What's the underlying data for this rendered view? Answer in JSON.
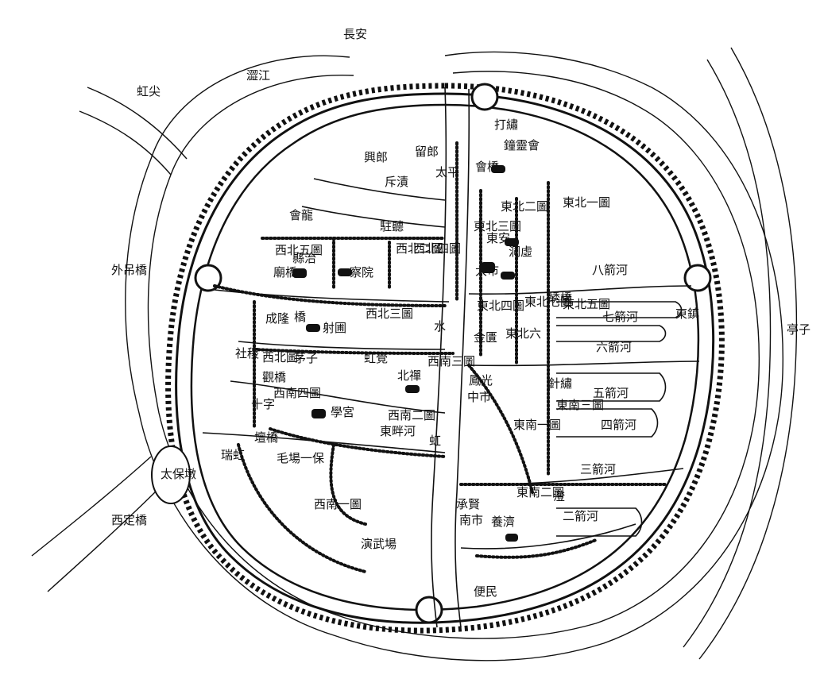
{
  "map": {
    "gates": [
      {
        "id": "dashu",
        "label": "打繡"
      },
      {
        "id": "bianmin",
        "label": "便民"
      },
      {
        "id": "ruihong",
        "label": "瑞虹"
      },
      {
        "id": "dongying",
        "label": "東鎮"
      }
    ],
    "outer_places": [
      {
        "id": "changan",
        "label": "長安"
      },
      {
        "id": "hongjian",
        "label": "虹尖"
      },
      {
        "id": "waidiao",
        "label": "外吊橋"
      },
      {
        "id": "taibaodun",
        "label": "太保墩"
      },
      {
        "id": "xianding",
        "label": "西定橋"
      },
      {
        "id": "dingzi",
        "label": "亭子"
      },
      {
        "id": "jiangzhi",
        "label": "澀江"
      }
    ],
    "rivers": [
      {
        "id": "bajian",
        "label": "八箭河"
      },
      {
        "id": "qijian",
        "label": "七箭河"
      },
      {
        "id": "liujian",
        "label": "六箭河"
      },
      {
        "id": "wujian",
        "label": "五箭河"
      },
      {
        "id": "sijian",
        "label": "四箭河"
      },
      {
        "id": "sanjian",
        "label": "三箭河"
      },
      {
        "id": "erjian",
        "label": "二箭河"
      },
      {
        "id": "dongpan",
        "label": "東畔河"
      },
      {
        "id": "chiqing",
        "label": "斥漬"
      }
    ],
    "wards": [
      {
        "id": "dongbei1",
        "label": "東北一圖"
      },
      {
        "id": "dongbei2",
        "label": "東北二圖"
      },
      {
        "id": "dongbei3",
        "label": "東北三圖"
      },
      {
        "id": "dongbei4",
        "label": "東北四圖"
      },
      {
        "id": "dongbei5",
        "label": "東北五圖"
      },
      {
        "id": "dongbei6",
        "label": "東北六"
      },
      {
        "id": "dongbei7",
        "label": "東北七圖"
      },
      {
        "id": "xibei2",
        "label": "西北二圖"
      },
      {
        "id": "xibei3",
        "label": "西北三圖"
      },
      {
        "id": "xibei4",
        "label": "西北四圖"
      },
      {
        "id": "xibei5",
        "label": "西北五圖"
      },
      {
        "id": "xibei",
        "label": "西北圖"
      },
      {
        "id": "xinan1",
        "label": "西南一圖"
      },
      {
        "id": "xinan2",
        "label": "西南二圖"
      },
      {
        "id": "xinan3",
        "label": "西南三圖"
      },
      {
        "id": "xinan4",
        "label": "西南四圖"
      },
      {
        "id": "dongnan1",
        "label": "東南一圖"
      },
      {
        "id": "dongnan2",
        "label": "東南二圖"
      },
      {
        "id": "dongnan3",
        "label": "東南三圖"
      }
    ],
    "bridges": [
      {
        "id": "xingliang",
        "label": "興郎"
      },
      {
        "id": "liuliang",
        "label": "留郎"
      },
      {
        "id": "taiping",
        "label": "太平"
      },
      {
        "id": "huilong",
        "label": "會龍"
      },
      {
        "id": "zhuting",
        "label": "駐聽"
      },
      {
        "id": "xianzhi",
        "label": "縣治"
      },
      {
        "id": "chayuan",
        "label": "察院"
      },
      {
        "id": "miaoqiao",
        "label": "廟橋"
      },
      {
        "id": "chenglong",
        "label": "成隆"
      },
      {
        "id": "shepu",
        "label": "射圃"
      },
      {
        "id": "mazi",
        "label": "茅子"
      },
      {
        "id": "hongjue",
        "label": "虹覺"
      },
      {
        "id": "beichan",
        "label": "北禪"
      },
      {
        "id": "fengguang",
        "label": "鳳光"
      },
      {
        "id": "zhenxiu",
        "label": "針繡"
      },
      {
        "id": "xuegong",
        "label": "學宮"
      },
      {
        "id": "guanqiao",
        "label": "觀橋"
      },
      {
        "id": "shizi",
        "label": "十字"
      },
      {
        "id": "sheji",
        "label": "社稷"
      },
      {
        "id": "chengxian",
        "label": "承賢"
      },
      {
        "id": "yangji",
        "label": "養濟"
      },
      {
        "id": "cheng",
        "label": "澄"
      },
      {
        "id": "huiqiao",
        "label": "會橋"
      },
      {
        "id": "zhongshi",
        "label": "中市"
      },
      {
        "id": "nanshi",
        "label": "南市"
      },
      {
        "id": "dashi",
        "label": "大市"
      },
      {
        "id": "jinkui",
        "label": "金匱"
      },
      {
        "id": "zhongshi_hall",
        "label": "鐘靈會"
      },
      {
        "id": "maochang",
        "label": "毛場一保"
      },
      {
        "id": "yanwuchang",
        "label": "演武場"
      },
      {
        "id": "dongxiu",
        "label": "洞虛"
      },
      {
        "id": "dongan",
        "label": "東安"
      },
      {
        "id": "xiuqiao",
        "label": "綉橋"
      },
      {
        "id": "qiao",
        "label": "橋"
      },
      {
        "id": "shui",
        "label": "水"
      },
      {
        "id": "hong",
        "label": "虹"
      },
      {
        "id": "tan",
        "label": "壇橋"
      }
    ]
  }
}
